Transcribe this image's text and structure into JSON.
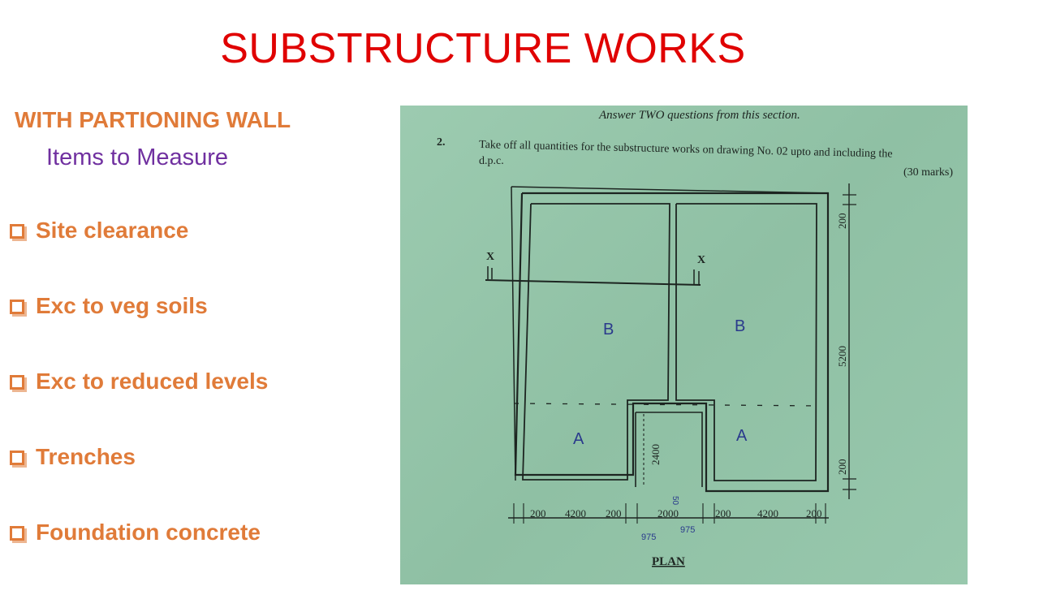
{
  "slide": {
    "title": "SUBSTRUCTURE WORKS",
    "subtitle": "WITH PARTIONING WALL",
    "subsubtitle": "Items to Measure",
    "items": [
      "Site clearance",
      "Exc to veg soils",
      "Exc to reduced levels",
      "Trenches",
      "Foundation concrete"
    ]
  },
  "exam": {
    "header": "Answer TWO questions from this section.",
    "qnum": "2.",
    "question_line1": "Take off all quantities for the substructure works on drawing No. 02 upto and including the",
    "question_line2": "d.p.c.",
    "marks": "(30 marks)"
  },
  "drawing": {
    "section_marks": [
      "X",
      "X"
    ],
    "room_labels": [
      "B",
      "B",
      "A",
      "A"
    ],
    "dims_right": [
      "200",
      "5200",
      "200"
    ],
    "dim_center": "2400",
    "dims_bottom": [
      "200",
      "4200",
      "200",
      "2000",
      "200",
      "4200",
      "200"
    ],
    "handwritten": [
      "975",
      "975",
      "50"
    ],
    "plan_label": "PLAN"
  }
}
